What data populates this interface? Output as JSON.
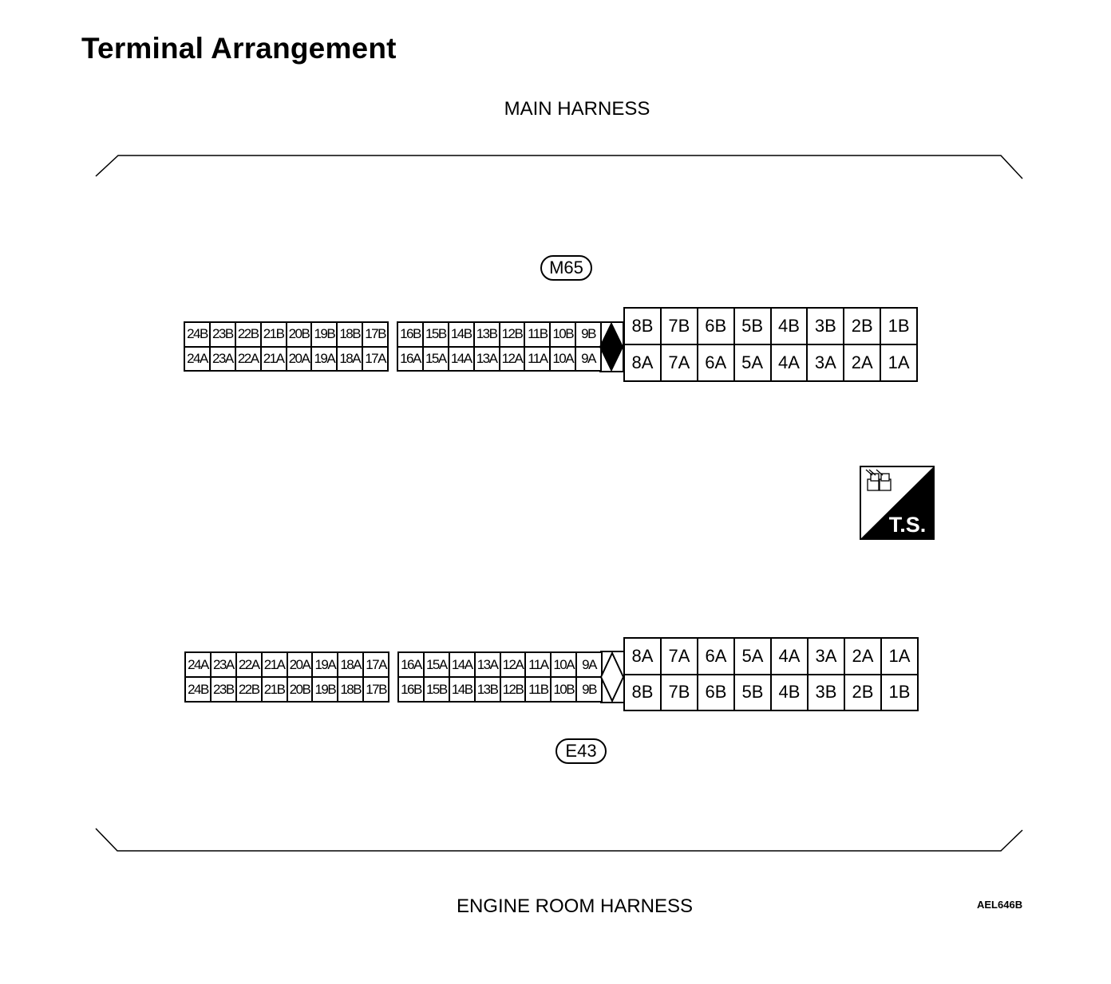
{
  "page": {
    "title": "Terminal Arrangement",
    "top_harness": "MAIN HARNESS",
    "bottom_harness": "ENGINE ROOM HARNESS",
    "figure_code": "AEL646B"
  },
  "connectors": {
    "m65": {
      "label": "M65",
      "key_style": "filled",
      "left_top": [
        "24B",
        "23B",
        "22B",
        "21B",
        "20B",
        "19B",
        "18B",
        "17B"
      ],
      "left_bottom": [
        "24A",
        "23A",
        "22A",
        "21A",
        "20A",
        "19A",
        "18A",
        "17A"
      ],
      "mid_top": [
        "16B",
        "15B",
        "14B",
        "13B",
        "12B",
        "11B",
        "10B",
        "9B"
      ],
      "mid_bottom": [
        "16A",
        "15A",
        "14A",
        "13A",
        "12A",
        "11A",
        "10A",
        "9A"
      ],
      "right_top": [
        "8B",
        "7B",
        "6B",
        "5B",
        "4B",
        "3B",
        "2B",
        "1B"
      ],
      "right_bottom": [
        "8A",
        "7A",
        "6A",
        "5A",
        "4A",
        "3A",
        "2A",
        "1A"
      ]
    },
    "e43": {
      "label": "E43",
      "key_style": "outline",
      "left_top": [
        "24A",
        "23A",
        "22A",
        "21A",
        "20A",
        "19A",
        "18A",
        "17A"
      ],
      "left_bottom": [
        "24B",
        "23B",
        "22B",
        "21B",
        "20B",
        "19B",
        "18B",
        "17B"
      ],
      "mid_top": [
        "16A",
        "15A",
        "14A",
        "13A",
        "12A",
        "11A",
        "10A",
        "9A"
      ],
      "mid_bottom": [
        "16B",
        "15B",
        "14B",
        "13B",
        "12B",
        "11B",
        "10B",
        "9B"
      ],
      "right_top": [
        "8A",
        "7A",
        "6A",
        "5A",
        "4A",
        "3A",
        "2A",
        "1A"
      ],
      "right_bottom": [
        "8B",
        "7B",
        "6B",
        "5B",
        "4B",
        "3B",
        "2B",
        "1B"
      ]
    }
  },
  "badge": {
    "text": "T.S.",
    "icon": "connector-icon",
    "colors": {
      "fill": "#000000",
      "background": "#ffffff"
    }
  }
}
